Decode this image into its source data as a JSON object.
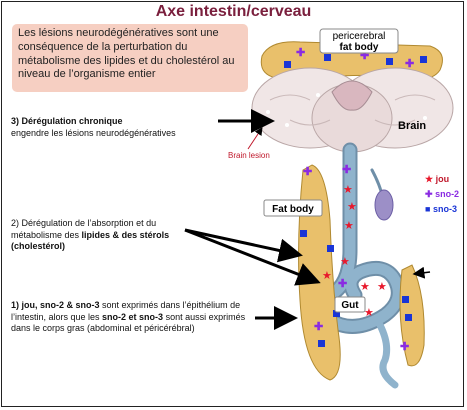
{
  "title": "Axe intestin/cerveau",
  "intro": "Les lésions neurodégénératives sont une conséquence de la perturbation du métabolisme des lipides et du cholestérol au niveau de l’organisme entier",
  "labels": {
    "pericerebral": "pericerebral",
    "fat_body_top": "fat body",
    "brain": "Brain",
    "brain_lesion": "Brain lesion",
    "fat_body": "Fat body",
    "gut": "Gut"
  },
  "notes": {
    "n3_bold": "3) Dérégulation chronique",
    "n3_text": "engendre les lésions neurodégénératives",
    "n2_a": "2) Dérégulation de l’absorption et du métabolisme des ",
    "n2_b": "lipides &",
    "n2_c": "des stérols (cholestérol)",
    "n1_a": "1) jou, sno-2 & sno-3",
    "n1_b": " sont exprimés dans l’épithélium de l’intestin, alors que les ",
    "n1_c": "sno-2 et sno-3",
    "n1_d": " sont aussi exprimés dans le corps gras (abdominal et péricérébral)"
  },
  "legend": [
    {
      "symbol": "★",
      "name": "jou",
      "color": "#e8192c"
    },
    {
      "symbol": "✚",
      "name": "sno-2",
      "color": "#8a2be2"
    },
    {
      "symbol": "■",
      "name": "sno-3",
      "color": "#1a35d6"
    }
  ],
  "colors": {
    "title": "#7a1f3d",
    "intro_bg": "#f6cfc2",
    "fat_body": "#e9c06b",
    "gut": "#7aa3c0",
    "brain": "#f0e6e6",
    "arrow": "#000000"
  }
}
